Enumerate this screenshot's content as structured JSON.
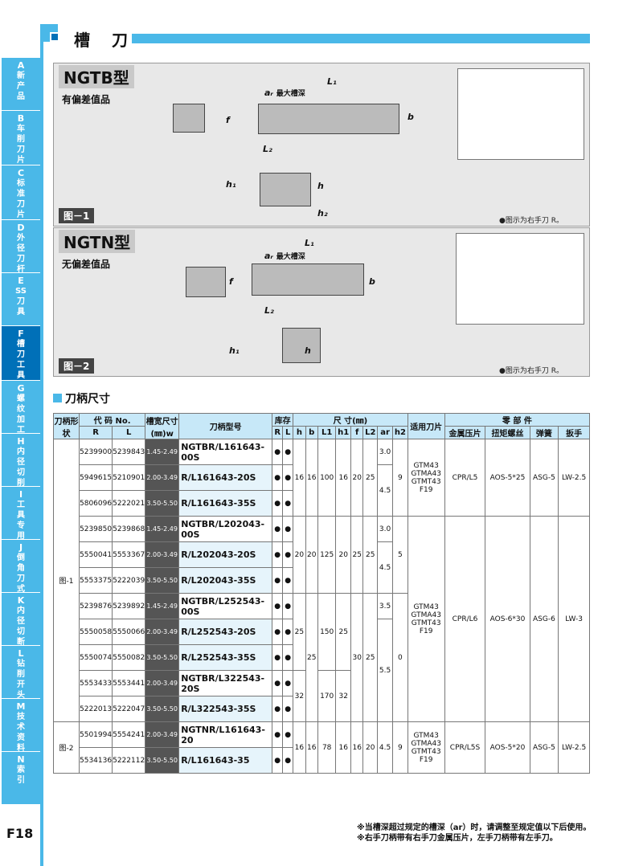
{
  "header": {
    "title": "槽 刀"
  },
  "tabs": [
    {
      "letter": "A",
      "text": "新产品"
    },
    {
      "letter": "B",
      "text": "车削刀片"
    },
    {
      "letter": "C",
      "text": "标准刀片"
    },
    {
      "letter": "D",
      "text": "外径刀杆"
    },
    {
      "letter": "E",
      "text": "SS刀具"
    },
    {
      "letter": "F",
      "text": "槽刀工具"
    },
    {
      "letter": "G",
      "text": "螺纹加工"
    },
    {
      "letter": "H",
      "text": "内径切削工具"
    },
    {
      "letter": "I",
      "text": "工具专用"
    },
    {
      "letter": "J",
      "text": "倒角刀式"
    },
    {
      "letter": "K",
      "text": "内径切断刀"
    },
    {
      "letter": "L",
      "text": "钻削开头式"
    },
    {
      "letter": "M",
      "text": "技术资料"
    },
    {
      "letter": "N",
      "text": "索引"
    }
  ],
  "panel1": {
    "title": "NGTB型",
    "subtitle": "有偏差值品",
    "fig": "图－1",
    "note": "●图示为右手刀 R。",
    "ar_label": "最大槽深"
  },
  "panel2": {
    "title": "NGTN型",
    "subtitle": "无偏差值品",
    "fig": "图－2",
    "note": "●图示为右手刀 R。",
    "ar_label": "最大槽深"
  },
  "section": {
    "title": "刀柄尺寸"
  },
  "table": {
    "h_code": "代 码 No.",
    "h_R": "R",
    "h_L": "L",
    "h_width": "槽宽尺寸(㎜)w",
    "h_model": "刀柄型号",
    "h_stock": "库存",
    "h_dims": "尺 寸(㎜)",
    "h_insert": "适用刀片",
    "h_parts": "零 部 件",
    "h_shape": "刀柄形状",
    "dim_cols": [
      "h",
      "b",
      "L1",
      "h1",
      "f",
      "L2",
      "ar",
      "h2"
    ],
    "parts": [
      "金属压片",
      "扭矩螺丝",
      "弹簧",
      "扳手"
    ],
    "rows": [
      {
        "r": "5239900",
        "l": "5239843",
        "w": "1.45-2.49",
        "m": "NGTBR/L161643-00S",
        "ar": "3.0"
      },
      {
        "r": "5949615",
        "l": "5210901",
        "w": "2.00-3.49",
        "m": "R/L161643-20S",
        "ar": "4.5"
      },
      {
        "r": "5806096",
        "l": "5222021",
        "w": "3.50-5.50",
        "m": "R/L161643-35S",
        "ar": ""
      },
      {
        "r": "5239850",
        "l": "5239868",
        "w": "1.45-2.49",
        "m": "NGTBR/L202043-00S",
        "ar": "3.0"
      },
      {
        "r": "5550041",
        "l": "5553367",
        "w": "2.00-3.49",
        "m": "R/L202043-20S",
        "ar": "4.5"
      },
      {
        "r": "5553375",
        "l": "5222039",
        "w": "3.50-5.50",
        "m": "R/L202043-35S",
        "ar": ""
      },
      {
        "r": "5239876",
        "l": "5239892",
        "w": "1.45-2.49",
        "m": "NGTBR/L252543-00S",
        "ar": "3.5"
      },
      {
        "r": "5550058",
        "l": "5550066",
        "w": "2.00-3.49",
        "m": "R/L252543-20S",
        "ar": ""
      },
      {
        "r": "5550074",
        "l": "5550082",
        "w": "3.50-5.50",
        "m": "R/L252543-35S",
        "ar": "5.5"
      },
      {
        "r": "5553433",
        "l": "5553441",
        "w": "2.00-3.49",
        "m": "NGTBR/L322543-20S",
        "ar": ""
      },
      {
        "r": "5222013",
        "l": "5222047",
        "w": "3.50-5.50",
        "m": "R/L322543-35S",
        "ar": ""
      },
      {
        "r": "5501994",
        "l": "5554241",
        "w": "2.00-3.49",
        "m": "NGTNR/L161643-20",
        "ar": ""
      },
      {
        "r": "5534136",
        "l": "5222112",
        "w": "3.50-5.50",
        "m": "R/L161643-35",
        "ar": ""
      }
    ],
    "g1": {
      "shape": "图-1",
      "dims": [
        "16",
        "16",
        "100",
        "16",
        "20",
        "25"
      ],
      "h2": "9",
      "insert": "GTM43 GTMA43 GTMT43 F19",
      "clamp": "CPR/L5",
      "screw": "AOS-5*25",
      "spring": "ASG-5",
      "wrench": "LW-2.5"
    },
    "g2": {
      "dims": [
        "20",
        "20",
        "125",
        "20",
        "25",
        "25"
      ],
      "h2": "5"
    },
    "g3": {
      "h": "25",
      "b": "25",
      "l1": "150",
      "h1": "25",
      "f": "30",
      "l2": "25",
      "h2": "0",
      "insert": "GTM43 GTMA43 GTMT43 F19",
      "clamp": "CPR/L6",
      "screw": "AOS-6*30",
      "spring": "ASG-6",
      "wrench": "LW-3"
    },
    "g4": {
      "h": "32",
      "l1": "170",
      "h1": "32"
    },
    "g5": {
      "shape": "图-2",
      "dims": [
        "16",
        "16",
        "78",
        "16",
        "16",
        "20",
        "4.5",
        "9"
      ],
      "insert": "GTM43 GTMA43 GTMT43 F19",
      "clamp": "CPR/L5S",
      "screw": "AOS-5*20",
      "spring": "ASG-5",
      "wrench": "LW-2.5"
    }
  },
  "footnote": [
    "※当槽深超过规定的槽深（ar）时，请调整至规定值以下后使用。",
    "※右手刀柄带有右手刀金属压片，左手刀柄带有左手刀。"
  ],
  "page": "F18"
}
